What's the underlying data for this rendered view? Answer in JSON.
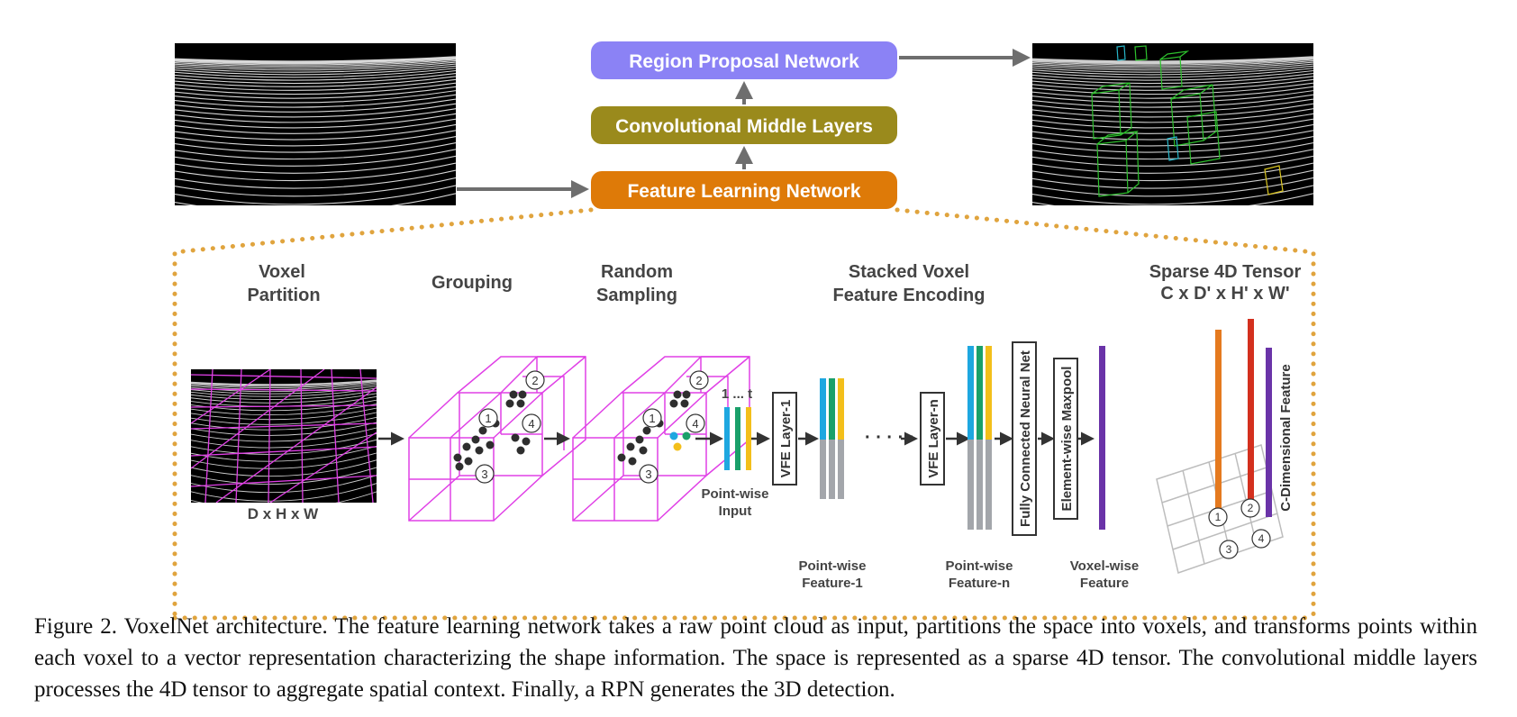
{
  "colors": {
    "rpn": "#8b82f5",
    "cml": "#9a8a1c",
    "fln": "#de7a08",
    "dotted": "#e0a43e",
    "grid": "#e040e6",
    "arrow": "#6e6e6e",
    "point_dot": "#2e2e2e",
    "bar_blue": "#1ea7e0",
    "bar_green": "#1aa06a",
    "bar_yellow": "#f3bf1a",
    "bar_gray": "#a3a6ab",
    "bar_purple": "#6a33a8",
    "bar_orange": "#e57a1f",
    "bar_red": "#d3301e"
  },
  "pipeline": {
    "rpn_label": "Region Proposal Network",
    "cml_label": "Convolutional Middle Layers",
    "fln_label": "Feature Learning Network"
  },
  "stages": {
    "voxel_partition": [
      "Voxel",
      "Partition"
    ],
    "grouping": "Grouping",
    "random_sampling": [
      "Random",
      "Sampling"
    ],
    "svfe": [
      "Stacked Voxel",
      "Feature Encoding"
    ],
    "sparse_tensor": [
      "Sparse 4D Tensor",
      "C x D' x H' x W'"
    ]
  },
  "labels": {
    "dxhxw": "D x H x W",
    "one_to_t": "1 ... t",
    "pointwise_input": [
      "Point-wise",
      "Input"
    ],
    "vfe1": "VFE Layer-1",
    "vfen": "VFE Layer-n",
    "fcn": "Fully Connected Neural Net",
    "maxpool": "Element-wise Maxpool",
    "pointwise_feature1": [
      "Point-wise",
      "Feature-1"
    ],
    "pointwise_featuren": [
      "Point-wise",
      "Feature-n"
    ],
    "voxelwise_feature": [
      "Voxel-wise",
      "Feature"
    ],
    "c_dim_feature": "C-Dimensional Feature",
    "ellipsis": "· · · · ·"
  },
  "voxel_ids": [
    "1",
    "2",
    "3",
    "4"
  ],
  "caption": "Figure 2. VoxelNet architecture. The feature learning network takes a raw point cloud as input, partitions the space into voxels, and transforms points within each voxel to a vector representation characterizing the shape information. The space is represented as a sparse 4D tensor. The convolutional middle layers processes the 4D tensor to aggregate spatial context. Finally, a RPN generates the 3D detection."
}
